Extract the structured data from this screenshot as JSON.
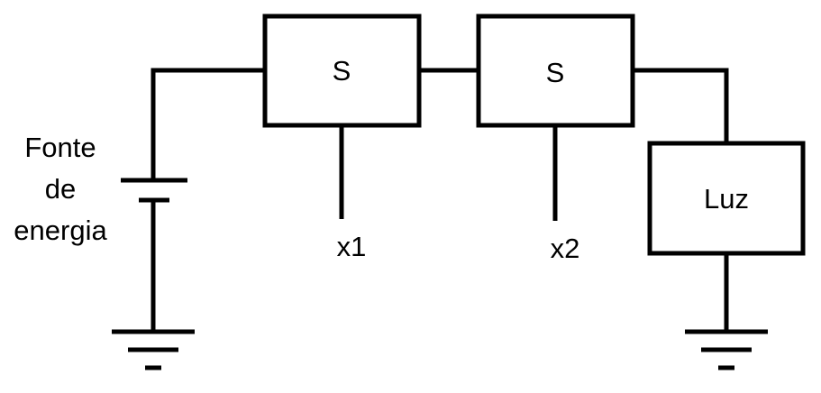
{
  "source": {
    "label_lines": [
      "Fonte",
      "de",
      "energia"
    ]
  },
  "switches": [
    {
      "label": "S",
      "input_label": "x1"
    },
    {
      "label": "S",
      "input_label": "x2"
    }
  ],
  "load": {
    "label": "Luz"
  }
}
